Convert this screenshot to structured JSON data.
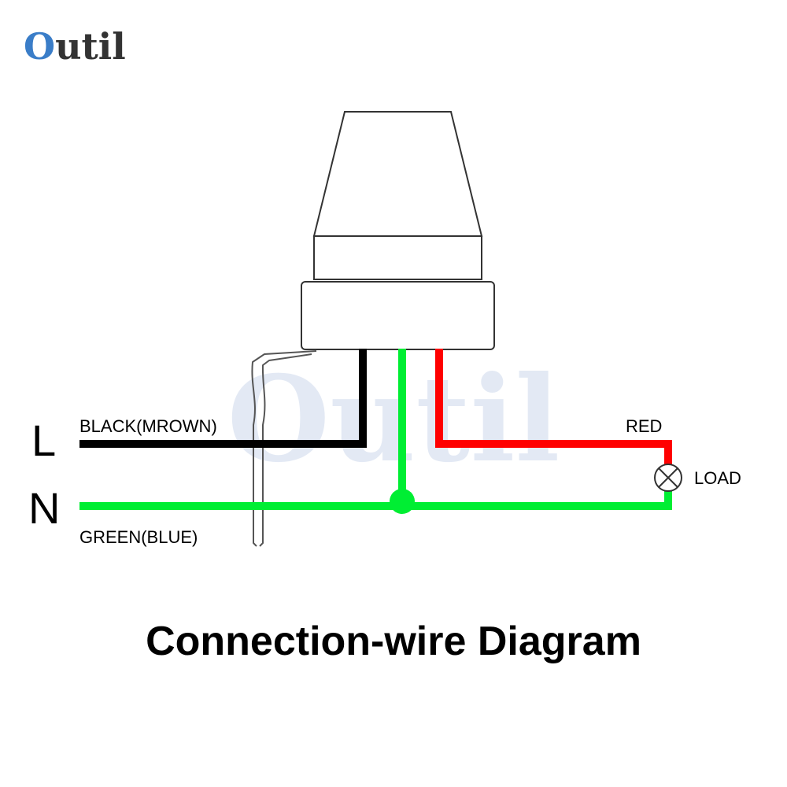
{
  "logo": {
    "text": "Outil",
    "first_letter": "O",
    "rest": "util",
    "brand_color": "#3a7dc8",
    "text_color": "#333333"
  },
  "watermark": {
    "text": "Outil"
  },
  "diagram": {
    "terminal_line": "L",
    "terminal_neutral": "N",
    "wire_line_label": "BLACK(MROWN)",
    "wire_neutral_label": "GREEN(BLUE)",
    "wire_load_label": "RED",
    "load_label": "LOAD",
    "colors": {
      "black_wire": "#000000",
      "green_wire": "#00ee33",
      "red_wire": "#ff0000",
      "outline": "#333333"
    },
    "icons": [
      "photocell-sensor-icon",
      "lamp-load-icon",
      "mounting-bracket-icon"
    ]
  },
  "caption": "Connection-wire Diagram"
}
